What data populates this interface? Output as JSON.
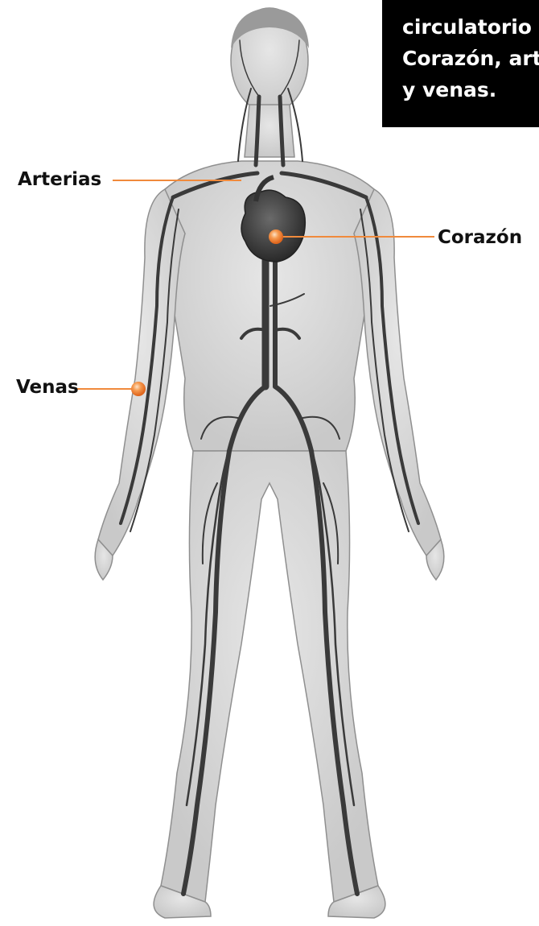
{
  "caption": {
    "lines": [
      "circulatorio",
      "Corazón, art",
      "y venas."
    ]
  },
  "labels": {
    "arterias": "Arterias",
    "corazon": "Corazón",
    "venas": "Venas"
  },
  "colors": {
    "pointer": "#f08a3c",
    "pointer_dot": "#f4833a",
    "body_fill": "#d9d9d9",
    "body_outline": "#8f8f8f",
    "vessel": "#3a3a3a",
    "heart": "#333333",
    "caption_bg": "#000000",
    "caption_text": "#ffffff"
  }
}
